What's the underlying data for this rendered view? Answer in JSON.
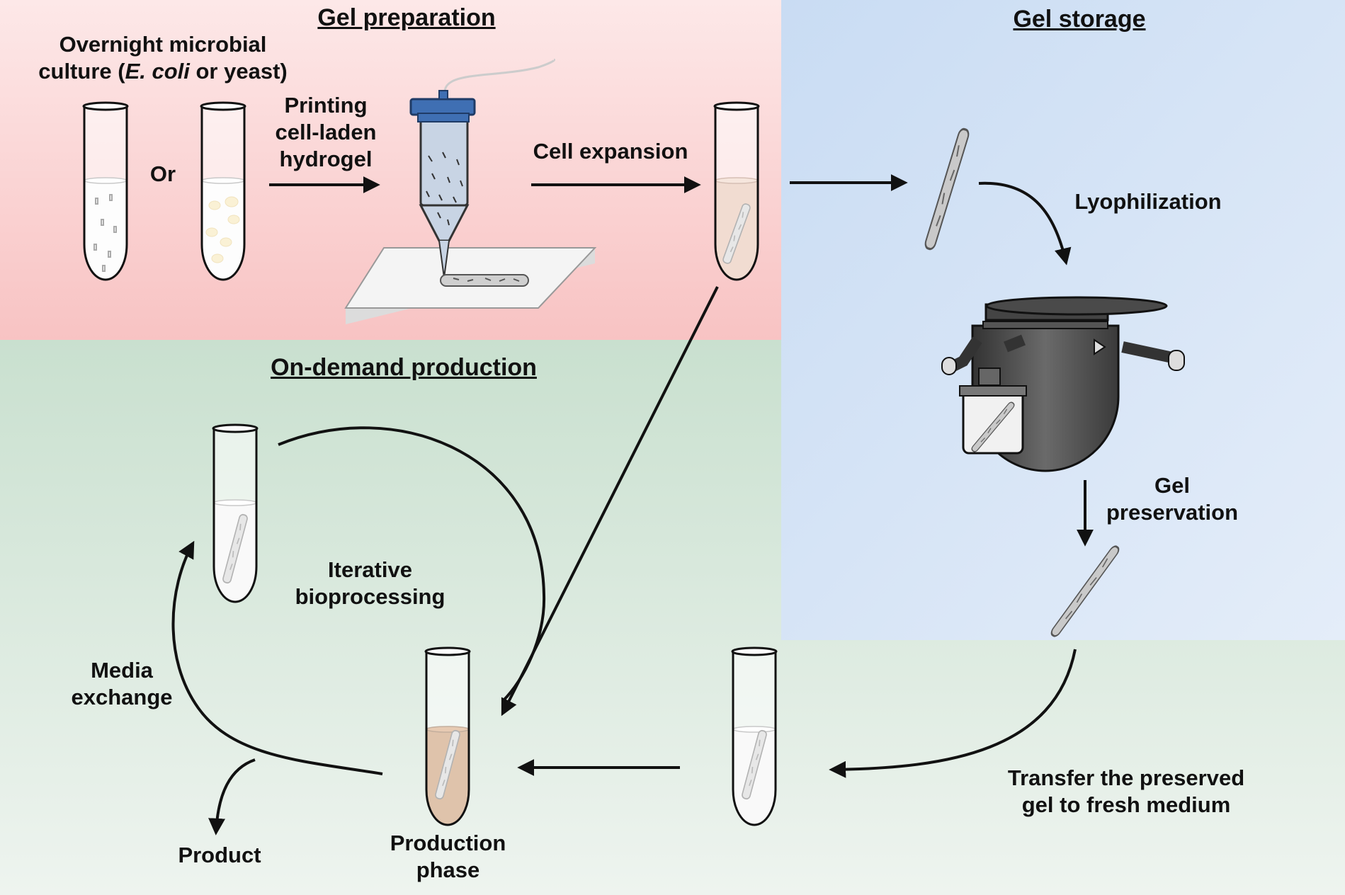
{
  "sections": {
    "gel_preparation": "Gel preparation",
    "gel_storage": "Gel storage",
    "on_demand_production": "On-demand production"
  },
  "labels": {
    "culture_line1": "Overnight microbial",
    "culture_prefix": "culture (",
    "culture_species": "E. coli",
    "culture_suffix": " or yeast)",
    "or": "Or",
    "printing_1": "Printing",
    "printing_2": "cell-laden",
    "printing_3": "hydrogel",
    "cell_expansion": "Cell expansion",
    "lyophilization": "Lyophilization",
    "gel_1": "Gel",
    "gel_2": "preservation",
    "transfer_1": "Transfer the preserved",
    "transfer_2": "gel to fresh medium",
    "iterative_1": "Iterative",
    "iterative_2": "bioprocessing",
    "media_1": "Media",
    "media_2": "exchange",
    "product": "Product",
    "production_1": "Production",
    "production_2": "phase"
  },
  "colors": {
    "prep_bg": "#fcd6d6",
    "storage_bg": "#d6e4f6",
    "production_bg": "#dbeadf",
    "printer_cap": "#3f6fb3",
    "expansion_medium": "#dfb29a",
    "production_medium": "#b87a45",
    "yeast": "#f3e0a2",
    "lyophilizer": "#555555"
  }
}
